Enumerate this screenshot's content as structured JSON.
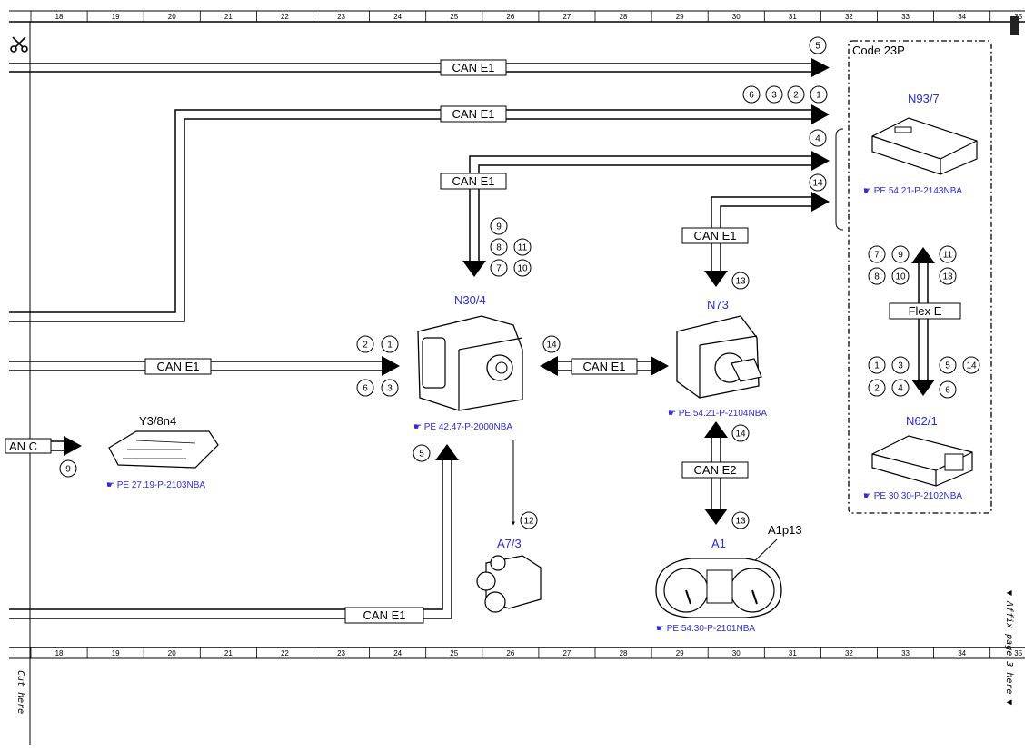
{
  "ruler": {
    "top_numbers": [
      "18",
      "19",
      "20",
      "21",
      "22",
      "23",
      "24",
      "25",
      "26",
      "27",
      "28",
      "29",
      "30",
      "31",
      "32",
      "33",
      "34",
      "35"
    ],
    "bottom_numbers": [
      "18",
      "19",
      "20",
      "21",
      "22",
      "23",
      "24",
      "25",
      "26",
      "27",
      "28",
      "29",
      "30",
      "31",
      "32",
      "33",
      "34",
      "35"
    ]
  },
  "margin": {
    "cut_here": "Cut here",
    "affix_page": "▼ Affix page 3 here ▼"
  },
  "bus_labels": {
    "can_e1_top": "CAN E1",
    "can_e1_second": "CAN E1",
    "can_e1_n304_in": "CAN E1",
    "can_e1_n73_in": "CAN E1",
    "can_e1_left_in": "CAN E1",
    "can_e1_n304_n73": "CAN E1",
    "can_e1_bottom": "CAN E1",
    "can_e2": "CAN E2",
    "flex_e": "Flex E",
    "can_c": "AN C"
  },
  "code_box": "Code 23P",
  "components": {
    "n93_7": {
      "name": "N93/7",
      "ref": "PE 54.21-P-2143NBA"
    },
    "n30_4": {
      "name": "N30/4",
      "ref": "PE 42.47-P-2000NBA"
    },
    "n73": {
      "name": "N73",
      "ref": "PE 54.21-P-2104NBA"
    },
    "n62_1": {
      "name": "N62/1",
      "ref": "PE 30.30-P-2102NBA"
    },
    "y3_8n4": {
      "name": "Y3/8n4",
      "ref": "PE 27.19-P-2103NBA"
    },
    "a7_3": {
      "name": "A7/3"
    },
    "a1": {
      "name": "A1",
      "sub": "A1p13",
      "ref": "PE 54.30-P-2101NBA"
    }
  },
  "circled_numbers": {
    "c5_top": "5",
    "c6": "6",
    "c3": "3",
    "c2": "2",
    "c1": "1",
    "c4": "4",
    "c14_top": "14",
    "c9_n30": "9",
    "c8_n30": "8",
    "c11_n30": "11",
    "c7_n30": "7",
    "c10_n30": "10",
    "c13_n73": "13",
    "c7_fx": "7",
    "c9_fx": "9",
    "c11_fx": "11",
    "c8_fx": "8",
    "c10_fx": "10",
    "c13_fx": "13",
    "c2_in": "2",
    "c1_in": "1",
    "c6_in": "6",
    "c3_in": "3",
    "c14_mid": "14",
    "c1_fx": "1",
    "c3_fx": "3",
    "c5_fx": "5",
    "c14_fx": "14",
    "c2_fx": "2",
    "c4_fx": "4",
    "c6_fx": "6",
    "c9_y3": "9",
    "c5_n30": "5",
    "c12": "12",
    "c14_e2": "14",
    "c13_e2": "13"
  }
}
